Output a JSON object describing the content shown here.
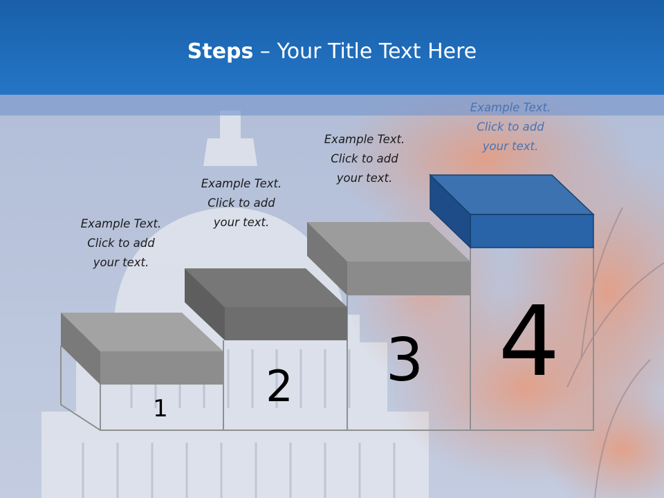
{
  "slide": {
    "title_bold": "Steps",
    "title_rest": " – Your Title Text Here"
  },
  "steps": [
    {
      "number": "1",
      "text_line1": "Example Text.",
      "text_line2": "Click  to add",
      "text_line3": "your text."
    },
    {
      "number": "2",
      "text_line1": "Example Text.",
      "text_line2": "Click  to add",
      "text_line3": "your text."
    },
    {
      "number": "3",
      "text_line1": "Example Text.",
      "text_line2": "Click  to add",
      "text_line3": "your text."
    },
    {
      "number": "4",
      "text_line1": "Example Text.",
      "text_line2": "Click  to add",
      "text_line3": "your text."
    }
  ],
  "colors": {
    "header": "#1f6dbb",
    "step_box_gray": "#8c8c8c",
    "step_box_highlight": "#2a62a8",
    "step_text_highlight": "#4a72b0"
  }
}
